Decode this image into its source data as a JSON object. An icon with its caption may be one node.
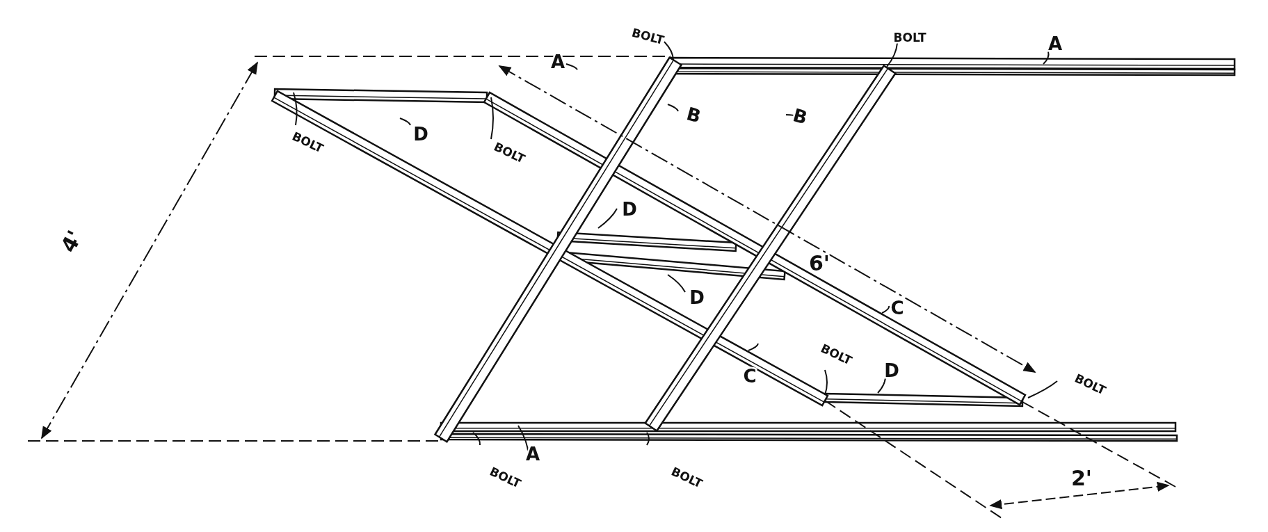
{
  "diagram": {
    "labels": [
      "BOLT",
      "A",
      "BOLT",
      "A",
      "B",
      "B",
      "4'",
      "BOLT",
      "D",
      "BOLT",
      "D",
      "6'",
      "D",
      "C",
      "C",
      "BOLT",
      "D",
      "BOLT",
      "A",
      "BOLT",
      "BOLT",
      "2'"
    ]
  }
}
